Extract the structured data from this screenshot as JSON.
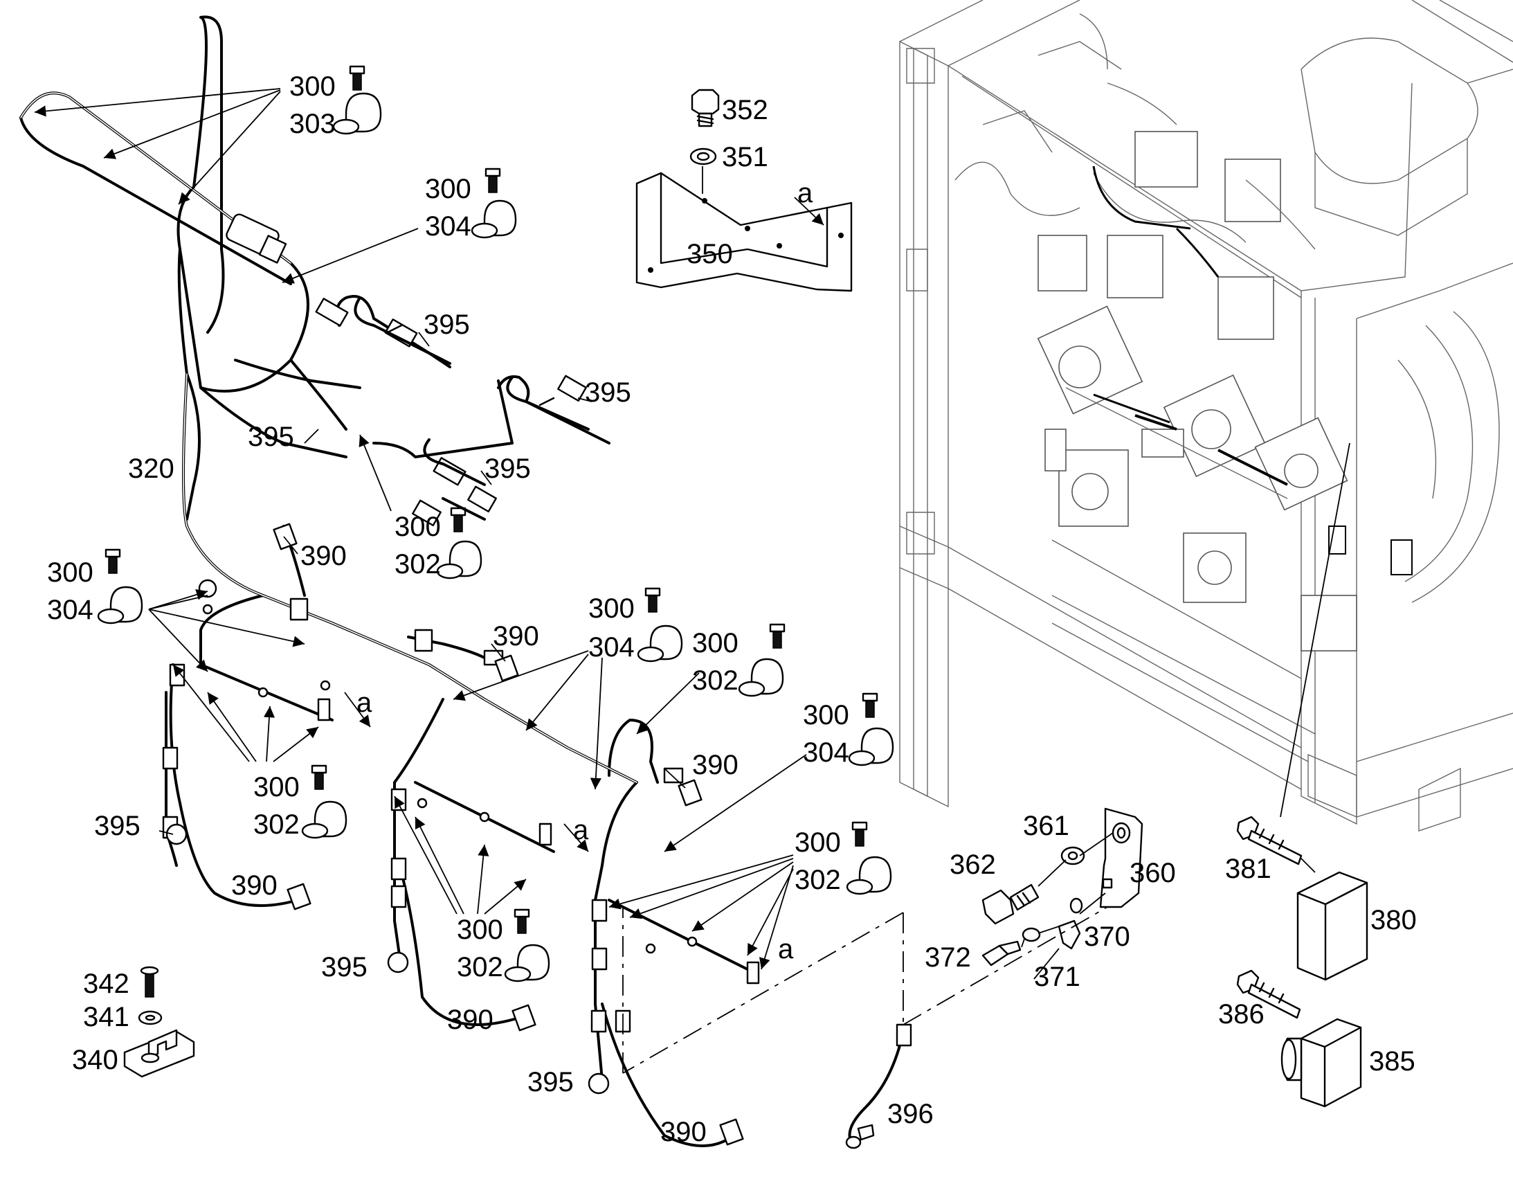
{
  "callouts": [
    {
      "id": "c300a",
      "text": "300"
    },
    {
      "id": "c303",
      "text": "303"
    },
    {
      "id": "c300b",
      "text": "300"
    },
    {
      "id": "c304a",
      "text": "304"
    },
    {
      "id": "c352",
      "text": "352"
    },
    {
      "id": "c351",
      "text": "351"
    },
    {
      "id": "c350",
      "text": "350"
    },
    {
      "id": "ca1",
      "text": "a"
    },
    {
      "id": "c395a",
      "text": "395"
    },
    {
      "id": "c395b",
      "text": "395"
    },
    {
      "id": "c395c",
      "text": "395"
    },
    {
      "id": "c395d",
      "text": "395"
    },
    {
      "id": "c320",
      "text": "320"
    },
    {
      "id": "c300c",
      "text": "300"
    },
    {
      "id": "c302a",
      "text": "302"
    },
    {
      "id": "c390a",
      "text": "390"
    },
    {
      "id": "c300d",
      "text": "300"
    },
    {
      "id": "c304b",
      "text": "304"
    },
    {
      "id": "c390b",
      "text": "390"
    },
    {
      "id": "c300e",
      "text": "300"
    },
    {
      "id": "c304c",
      "text": "304"
    },
    {
      "id": "c300f",
      "text": "300"
    },
    {
      "id": "c302b",
      "text": "302"
    },
    {
      "id": "ca2",
      "text": "a"
    },
    {
      "id": "c390c",
      "text": "390"
    },
    {
      "id": "c300g",
      "text": "300"
    },
    {
      "id": "c304d",
      "text": "304"
    },
    {
      "id": "c300h",
      "text": "300"
    },
    {
      "id": "c302c",
      "text": "302"
    },
    {
      "id": "c395e",
      "text": "395"
    },
    {
      "id": "c390d",
      "text": "390"
    },
    {
      "id": "ca3",
      "text": "a"
    },
    {
      "id": "c300i",
      "text": "300"
    },
    {
      "id": "c302d",
      "text": "302"
    },
    {
      "id": "c300j",
      "text": "300"
    },
    {
      "id": "c302e",
      "text": "302"
    },
    {
      "id": "ca4",
      "text": "a"
    },
    {
      "id": "c395f",
      "text": "395"
    },
    {
      "id": "c390e",
      "text": "390"
    },
    {
      "id": "c342",
      "text": "342"
    },
    {
      "id": "c341",
      "text": "341"
    },
    {
      "id": "c340",
      "text": "340"
    },
    {
      "id": "c395g",
      "text": "395"
    },
    {
      "id": "c390f",
      "text": "390"
    },
    {
      "id": "c361",
      "text": "361"
    },
    {
      "id": "c362",
      "text": "362"
    },
    {
      "id": "c360",
      "text": "360"
    },
    {
      "id": "c372",
      "text": "372"
    },
    {
      "id": "c370",
      "text": "370"
    },
    {
      "id": "c371",
      "text": "371"
    },
    {
      "id": "c396",
      "text": "396"
    },
    {
      "id": "c381",
      "text": "381"
    },
    {
      "id": "c380",
      "text": "380"
    },
    {
      "id": "c386",
      "text": "386"
    },
    {
      "id": "c385",
      "text": "385"
    }
  ],
  "colors": {
    "line": "#000000",
    "machine": "#555555",
    "background": "#ffffff"
  }
}
